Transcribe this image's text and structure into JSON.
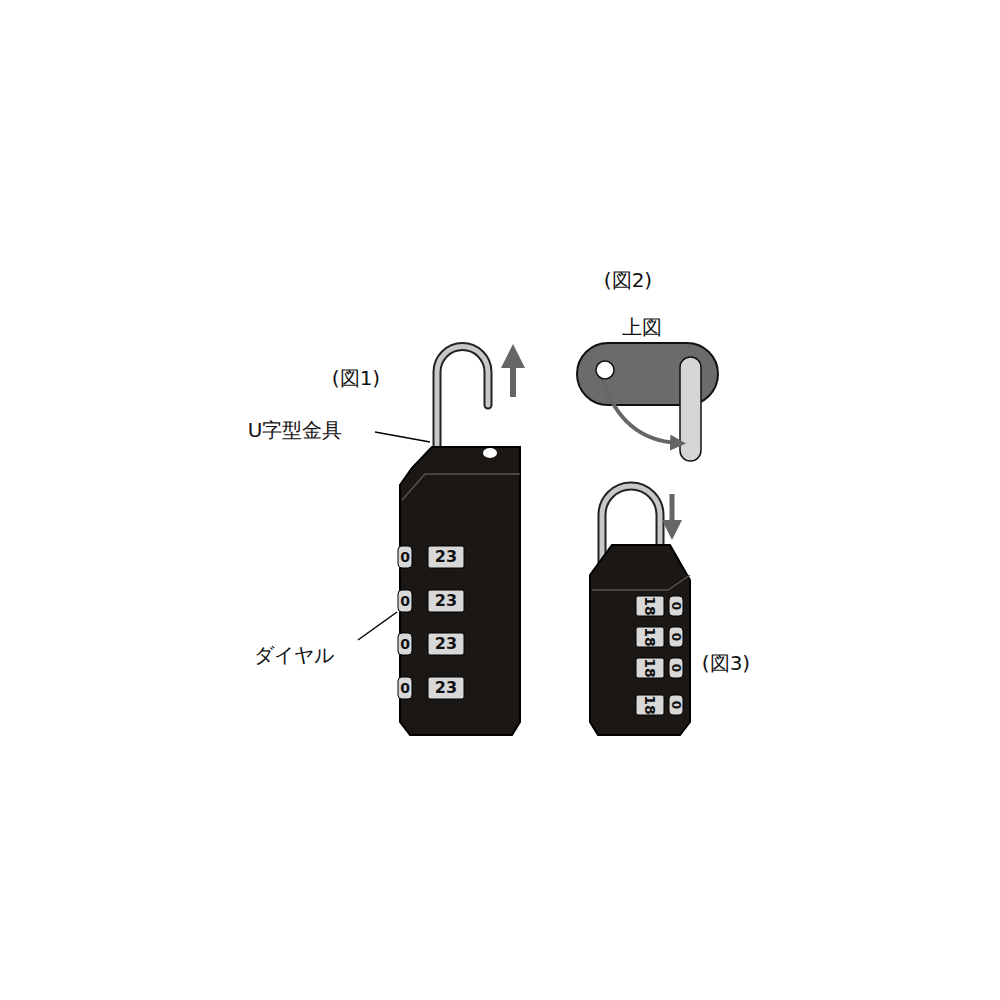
{
  "diagram": {
    "labels": [
      "(図1)",
      "U字型金具",
      "ダイヤル",
      "(図2)",
      "上図",
      "(図3)",
      "0",
      "23",
      "0",
      "23",
      "0",
      "23",
      "0",
      "23",
      "18",
      "0",
      "18",
      "0",
      "18",
      "0",
      "18",
      "0"
    ]
  }
}
